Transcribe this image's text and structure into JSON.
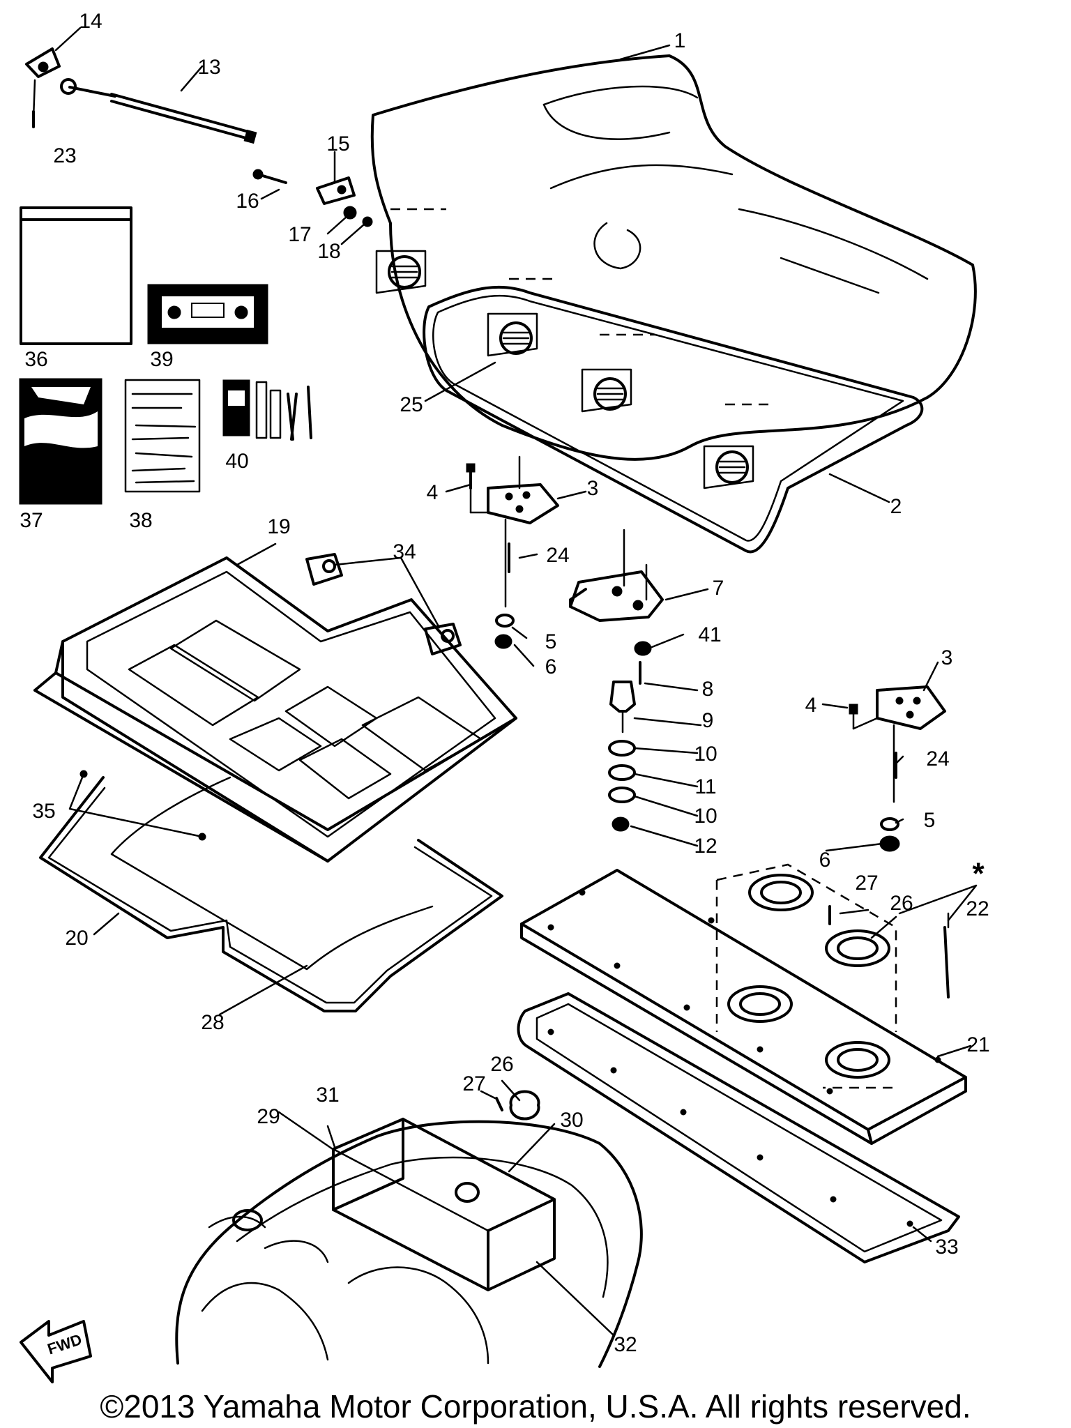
{
  "part_numbers": [
    "1",
    "2",
    "3",
    "3",
    "4",
    "4",
    "5",
    "5",
    "6",
    "6",
    "7",
    "8",
    "9",
    "10",
    "10",
    "11",
    "12",
    "13",
    "14",
    "15",
    "16",
    "17",
    "18",
    "19",
    "20",
    "21",
    "22",
    "23",
    "24",
    "24",
    "25",
    "26",
    "26",
    "27",
    "27",
    "28",
    "29",
    "30",
    "31",
    "32",
    "33",
    "34",
    "35",
    "36",
    "37",
    "38",
    "39",
    "40",
    "41",
    "*"
  ],
  "direction_label": "FWD",
  "copyright": "©2013 Yamaha Motor Corporation, U.S.A. All rights reserved."
}
